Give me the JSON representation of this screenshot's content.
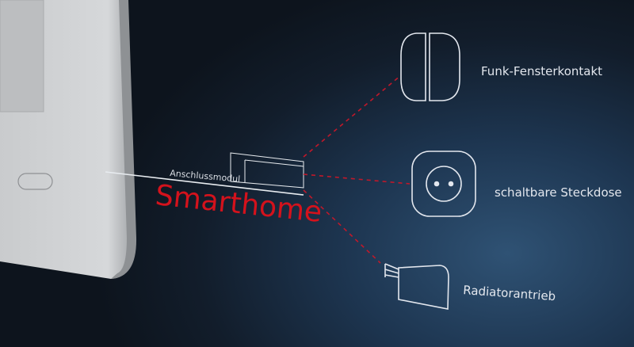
{
  "module_label": "Anschlussmodul",
  "brand": "Smarthome",
  "devices": [
    {
      "label": "Funk-Fensterkontakt",
      "icon": "window-contact-icon"
    },
    {
      "label": "schaltbare Steckdose",
      "icon": "socket-icon"
    },
    {
      "label": "Radiatorantrieb",
      "icon": "radiator-actuator-icon"
    }
  ],
  "colors": {
    "accent": "#d4121c",
    "background": "#16243a"
  }
}
